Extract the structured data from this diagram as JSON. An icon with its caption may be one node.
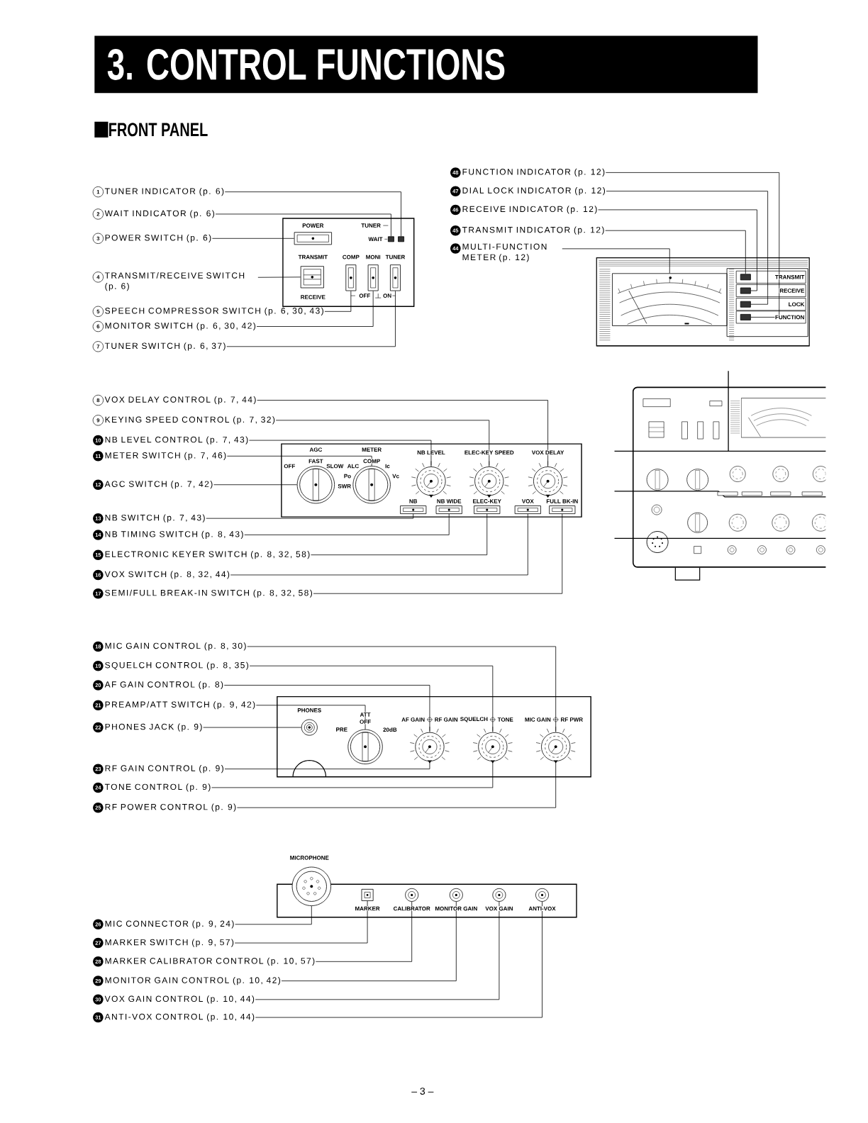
{
  "diagram": {
    "title": "3. CONTROL FUNCTIONS",
    "nodes": [
      {
        "text": [
          "1",
          "TUNER INDICATOR (p. 6)"
        ]
      },
      {
        "text": [
          "2",
          "WAIT INDICATOR (p. 6)"
        ]
      },
      {
        "text": [
          "3",
          "POWER SWITCH (p. 6)"
        ]
      },
      {
        "text": [
          "4",
          "TRANSMIT/RECEIVE SWITCH (p. 6)"
        ]
      },
      {
        "text": [
          "5",
          "SPEECH COMPRESSOR SWITCH (p. 6, 30, 43)"
        ]
      },
      {
        "text": [
          "6",
          "MONITOR SWITCH (p. 6, 30, 42)"
        ]
      },
      {
        "text": [
          "7",
          "TUNER SWITCH (p. 6, 37)"
        ]
      },
      {
        "text": [
          "48",
          "FUNCTION INDICATOR (p. 12)"
        ]
      },
      {
        "text": [
          "47",
          "DIAL LOCK INDICATOR (p. 12)"
        ]
      },
      {
        "text": [
          "46",
          "RECEIVE INDICATOR (p. 12)"
        ]
      },
      {
        "text": [
          "45",
          "TRANSMIT INDICATOR (p. 12)"
        ]
      },
      {
        "text": [
          "44",
          "MULTI-FUNCTION METER (p. 12)"
        ]
      },
      {
        "text": [
          "8",
          "VOX DELAY CONTROL (p. 7, 44)"
        ]
      },
      {
        "text": [
          "9",
          "KEYING SPEED CONTROL (p. 7, 32)"
        ]
      },
      {
        "text": [
          "10",
          "NB LEVEL CONTROL (p. 7, 43)"
        ]
      },
      {
        "text": [
          "11",
          "METER SWITCH (p. 7, 46)"
        ]
      },
      {
        "text": [
          "12",
          "AGC SWITCH (p. 7, 42)"
        ]
      },
      {
        "text": [
          "13",
          "NB SWITCH (p. 7, 43)"
        ]
      },
      {
        "text": [
          "14",
          "NB TIMING SWITCH (p. 8, 43)"
        ]
      },
      {
        "text": [
          "15",
          "ELECTRONIC KEYER SWITCH (p. 8, 32, 58)"
        ]
      },
      {
        "text": [
          "16",
          "VOX SWITCH (p. 8, 32, 44)"
        ]
      },
      {
        "text": [
          "17",
          "SEMI/FULL BREAK-IN SWITCH (p. 8, 32, 58)"
        ]
      },
      {
        "text": [
          "18",
          "MIC GAIN CONTROL (p. 8, 30)"
        ]
      },
      {
        "text": [
          "19",
          "SQUELCH CONTROL (p. 8, 35)"
        ]
      },
      {
        "text": [
          "20",
          "AF GAIN CONTROL (p. 8)"
        ]
      },
      {
        "text": [
          "21",
          "PREAMP/ATT SWITCH (p. 9, 42)"
        ]
      },
      {
        "text": [
          "22",
          "PHONES JACK (p. 9)"
        ]
      },
      {
        "text": [
          "23",
          "RF GAIN CONTROL (p. 9)"
        ]
      },
      {
        "text": [
          "24",
          "TONE CONTROL (p. 9)"
        ]
      },
      {
        "text": [
          "25",
          "RF POWER CONTROL (p. 9)"
        ]
      },
      {
        "text": [
          "26",
          "MIC CONNECTOR (p. 9, 24)"
        ]
      },
      {
        "text": [
          "27",
          "MARKER SWITCH (p. 9, 57)"
        ]
      },
      {
        "text": [
          "28",
          "MARKER CALIBRATOR CONTROL (p. 10, 57)"
        ]
      },
      {
        "text": [
          "29",
          "MONITOR GAIN CONTROL (p. 10, 42)"
        ]
      },
      {
        "text": [
          "30",
          "VOX GAIN CONTROL (p. 10, 44)"
        ]
      },
      {
        "text": [
          "31",
          "ANTI-VOX CONTROL (p. 10, 44)"
        ]
      },
      {
        "text": [],
        "shape": "box"
      },
      {
        "text": [],
        "shape": "box",
        "in": 36
      },
      {
        "text": [],
        "shape": "box",
        "in": 36
      },
      {
        "text": [],
        "shape": "box",
        "in": 36
      },
      {
        "text": [],
        "shape": "box",
        "in": 36
      },
      {
        "text": [],
        "shape": "bar",
        "in": 36
      },
      {
        "text": [],
        "shape": "bar",
        "in": 36
      },
      {
        "text": [],
        "shape": "bar",
        "in": 36
      },
      {
        "text": [],
        "shape": "box"
      },
      {
        "text": [],
        "shape": "circle",
        "in": 44
      },
      {
        "text": [],
        "shape": "circle",
        "in": 44
      },
      {
        "text": [],
        "shape": "circle",
        "in": 44
      },
      {
        "text": [],
        "shape": "circle",
        "in": 44
      },
      {
        "text": [],
        "shape": "circle",
        "in": 44
      },
      {
        "text": [],
        "shape": "bar",
        "in": 44
      },
      {
        "text": [],
        "shape": "bar",
        "in": 44
      },
      {
        "text": [],
        "shape": "bar",
        "in": 44
      },
      {
        "text": [],
        "shape": "bar",
        "in": 44
      },
      {
        "text": [],
        "shape": "bar",
        "in": 44
      },
      {
        "text": [],
        "shape": "box"
      },
      {
        "text": [],
        "shape": "circle",
        "in": 55
      },
      {
        "text": [],
        "shape": "circle",
        "in": 55
      },
      {
        "text": [],
        "shape": "circle",
        "in": 55
      },
      {
        "text": [],
        "shape": "circle",
        "in": 55
      },
      {
        "text": [],
        "shape": "circle",
        "in": 55
      },
      {
        "text": [],
        "shape": "box"
      },
      {
        "text": [],
        "shape": "circle"
      },
      {
        "text": [],
        "shape": "box",
        "in": 61
      },
      {
        "text": [],
        "shape": "circle",
        "in": 61
      },
      {
        "text": [],
        "shape": "circle",
        "in": 61
      },
      {
        "text": [],
        "shape": "circle",
        "in": 61
      },
      {
        "text": [],
        "shape": "circle",
        "in": 61
      },
      {
        "text": [],
        "shape": "box"
      },
      {
        "text": [],
        "shape": "box",
        "in": 68
      },
      {
        "text": [],
        "shape": "box",
        "in": 68
      },
      {
        "text": [],
        "shape": "box",
        "in": 68
      },
      {
        "text": [],
        "shape": "box",
        "in": 68
      },
      {
        "text": [],
        "shape": "box",
        "in": 68
      }
    ],
    "edges": [
      {
        "from": 0,
        "to": 37,
        "arrow": "none"
      },
      {
        "from": 1,
        "to": 38,
        "arrow": "none"
      },
      {
        "from": 2,
        "to": 39,
        "arrow": "none"
      },
      {
        "from": 3,
        "to": 40,
        "arrow": "none"
      },
      {
        "from": 4,
        "to": 41,
        "arrow": "none"
      },
      {
        "from": 5,
        "to": 42,
        "arrow": "none"
      },
      {
        "from": 6,
        "to": 43,
        "arrow": "none"
      },
      {
        "from": 7,
        "to": 73,
        "arrow": "none"
      },
      {
        "from": 8,
        "to": 72,
        "arrow": "none"
      },
      {
        "from": 9,
        "to": 71,
        "arrow": "none"
      },
      {
        "from": 10,
        "to": 70,
        "arrow": "none"
      },
      {
        "from": 11,
        "to": 69,
        "arrow": "none"
      },
      {
        "from": 12,
        "to": 49,
        "arrow": "none"
      },
      {
        "from": 13,
        "to": 48,
        "arrow": "none"
      },
      {
        "from": 14,
        "to": 47,
        "arrow": "none"
      },
      {
        "from": 15,
        "to": 46,
        "arrow": "none"
      },
      {
        "from": 16,
        "to": 45,
        "arrow": "none"
      },
      {
        "from": 17,
        "to": 50,
        "arrow": "none"
      },
      {
        "from": 18,
        "to": 51,
        "arrow": "none"
      },
      {
        "from": 19,
        "to": 52,
        "arrow": "none"
      },
      {
        "from": 20,
        "to": 53,
        "arrow": "none"
      },
      {
        "from": 21,
        "to": 54,
        "arrow": "none"
      },
      {
        "from": 22,
        "to": 60,
        "arrow": "none"
      },
      {
        "from": 23,
        "to": 59,
        "arrow": "none"
      },
      {
        "from": 24,
        "to": 58,
        "arrow": "none"
      },
      {
        "from": 25,
        "to": 57,
        "arrow": "none"
      },
      {
        "from": 26,
        "to": 56,
        "arrow": "none"
      },
      {
        "from": 27,
        "to": 58,
        "arrow": "none"
      },
      {
        "from": 28,
        "to": 59,
        "arrow": "none"
      },
      {
        "from": 29,
        "to": 60,
        "arrow": "none"
      },
      {
        "from": 30,
        "to": 62,
        "arrow": "none"
      },
      {
        "from": 31,
        "to": 63,
        "arrow": "none"
      },
      {
        "from": 32,
        "to": 64,
        "arrow": "none"
      },
      {
        "from": 33,
        "to": 65,
        "arrow": "none"
      },
      {
        "from": 34,
        "to": 66,
        "arrow": "none"
      },
      {
        "from": 35,
        "to": 67,
        "arrow": "none"
      }
    ],
    "labels": [
      "FRONT PANEL",
      "POWER",
      "TUNER",
      "WAIT",
      "TRANSMIT",
      "COMP",
      "MONI",
      "TUNER",
      "RECEIVE",
      "OFF",
      "ON",
      "TRANSMIT",
      "RECEIVE",
      "LOCK",
      "FUNCTION",
      "AGC",
      "FAST",
      "METER",
      "COMP",
      "NB LEVEL",
      "ELEC-KEY SPEED",
      "VOX DELAY",
      "OFF",
      "SLOW",
      "ALC",
      "Ic",
      "Po",
      "Vc",
      "SWR",
      "NB",
      "NB WIDE",
      "ELEC-KEY",
      "VOX",
      "FULL BK-IN",
      "PHONES",
      "ATT",
      "OFF",
      "PRE",
      "20dB",
      "AF GAIN",
      "RF GAIN",
      "SQUELCH",
      "TONE",
      "MIC GAIN",
      "RF PWR",
      "MICROPHONE",
      "MARKER",
      "CALIBRATOR",
      "MONITOR GAIN",
      "VOX GAIN",
      "ANTI-VOX",
      "– 3 –"
    ]
  }
}
